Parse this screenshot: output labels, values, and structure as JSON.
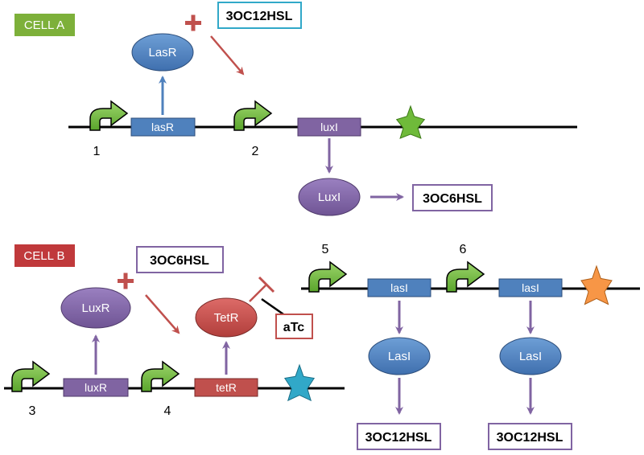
{
  "cells": {
    "a_label": "CELL A",
    "b_label": "CELL B"
  },
  "molecules": {
    "a_top": "3OC12HSL",
    "a_right": "3OC6HSL",
    "b_top": "3OC6HSL",
    "b_inducer": "aTc",
    "b_out_left": "3OC12HSL",
    "b_out_right": "3OC12HSL"
  },
  "genes": {
    "a_lasR": "lasR",
    "a_luxI": "luxI",
    "b_luxR": "luxR",
    "b_tetR": "tetR",
    "b_lasI_1": "lasI",
    "b_lasI_2": "lasI"
  },
  "proteins": {
    "a_LasR": "LasR",
    "a_LuxI": "LuxI",
    "b_LuxR": "LuxR",
    "b_TetR": "TetR",
    "b_LasI_1": "LasI",
    "b_LasI_2": "LasI"
  },
  "promoters": {
    "p1": "1",
    "p2": "2",
    "p3": "3",
    "p4": "4",
    "p5": "5",
    "p6": "6"
  },
  "colors": {
    "cell_a": "#7db03a",
    "cell_b": "#c0393b",
    "blue": "#4f81bd",
    "purple": "#8064a2",
    "red": "#c0504d",
    "green": "#6fba3a",
    "orange": "#f79646",
    "teal": "#31a8c8"
  }
}
